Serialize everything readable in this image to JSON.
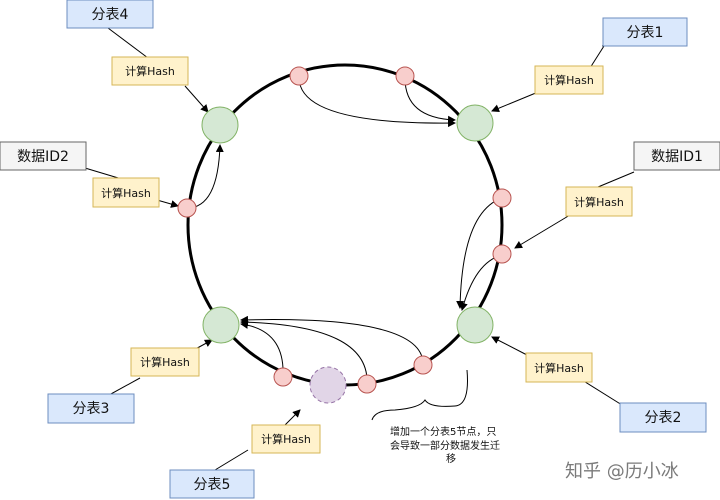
{
  "shards": {
    "shard1": "分表1",
    "shard2": "分表2",
    "shard3": "分表3",
    "shard4": "分表4",
    "shard5": "分表5"
  },
  "data_ids": {
    "id1": "数据ID1",
    "id2": "数据ID2"
  },
  "hash_label": "计算Hash",
  "note": {
    "line1": "增加一个分表5节点，只",
    "line2": "会导致一部分数据发生迁",
    "line3": "移"
  },
  "watermark": "知乎 @历小冰",
  "colors": {
    "blue_box": "#dae8fc",
    "blue_border": "#6c8ebf",
    "gray_box": "#f5f5f5",
    "gray_border": "#666666",
    "yellow_box": "#fff2cc",
    "yellow_border": "#d6b656",
    "green_node": "#d5e8d4",
    "green_border": "#82b366",
    "pink_node": "#f8cecc",
    "pink_border": "#b85450",
    "purple_node": "#e1d5e7",
    "purple_border": "#9673a6"
  }
}
